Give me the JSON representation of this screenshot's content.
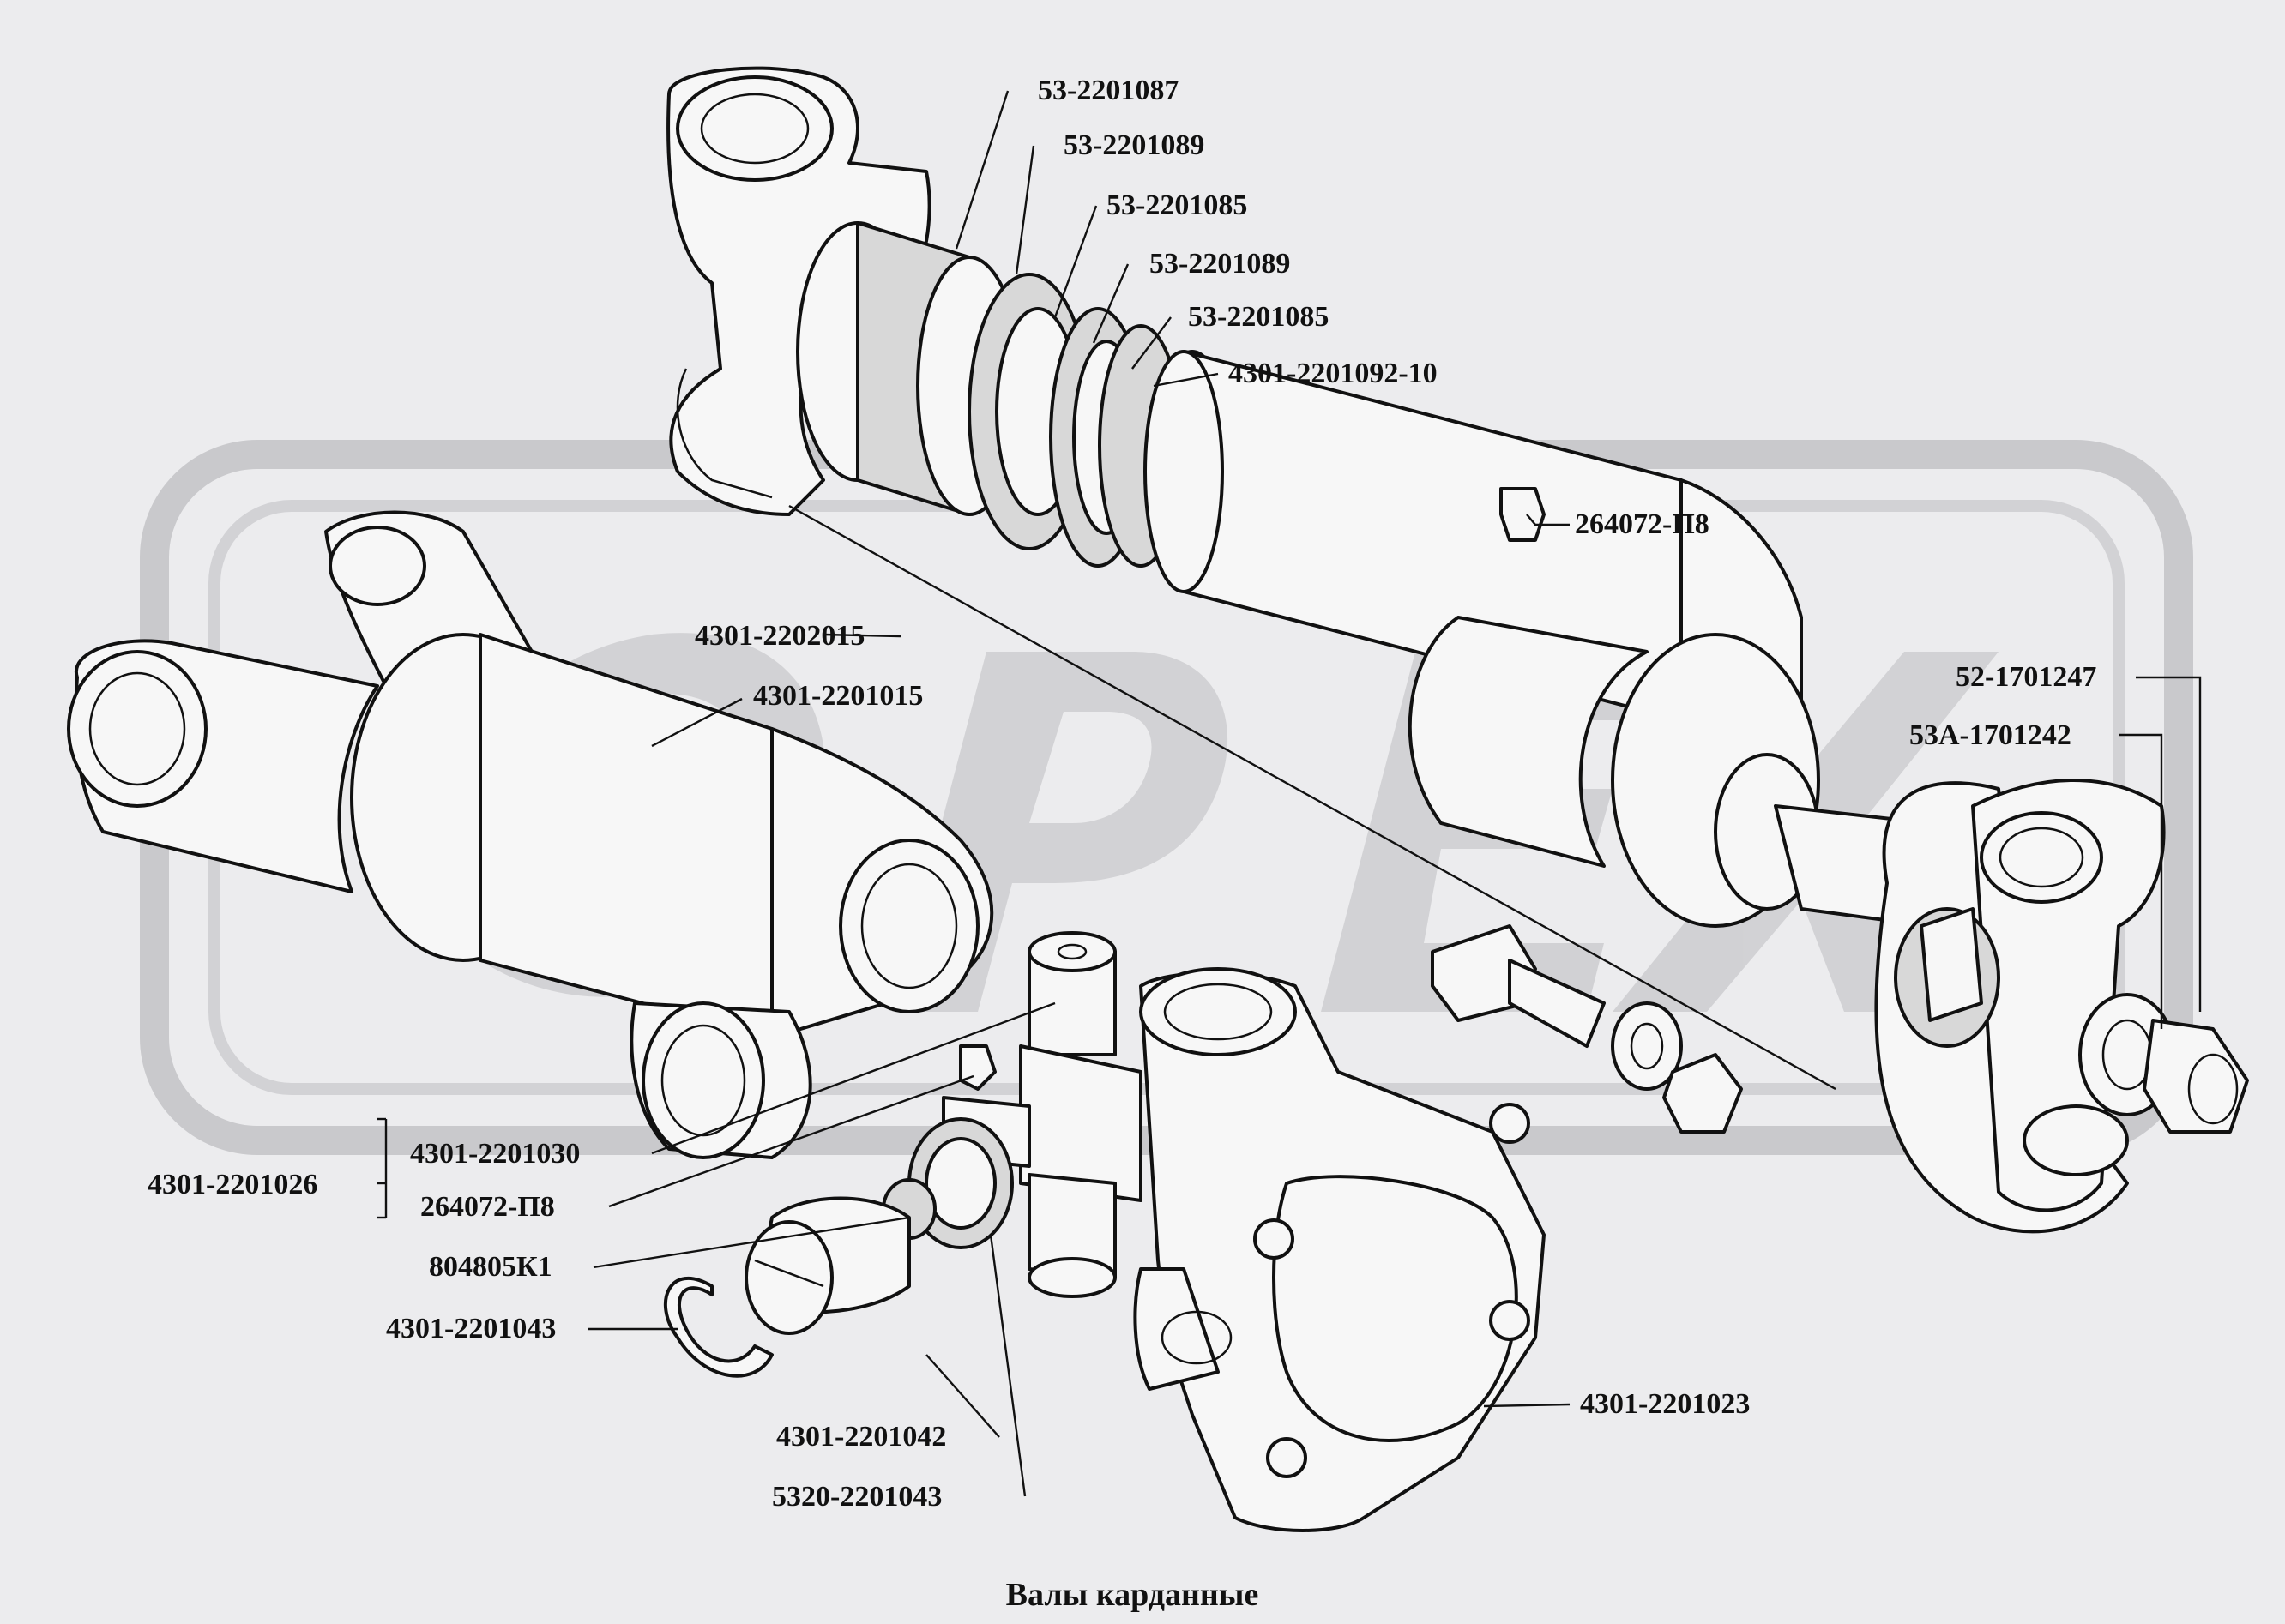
{
  "caption": "Валы карданные",
  "colors": {
    "background": "#ececee",
    "ink": "#111111",
    "watermark": "#c9c9cc"
  },
  "watermark": {
    "text": "OPEX"
  },
  "labels": {
    "p01": "53-2201087",
    "p02": "53-2201089",
    "p03": "53-2201085",
    "p04": "53-2201089",
    "p05": "53-2201085",
    "p06": "4301-2201092-10",
    "p07": "264072-П8",
    "p08": "4301-2202015",
    "p09": "4301-2201015",
    "p10": "52-1701247",
    "p11": "53А-1701242",
    "p12": "4301-2201030",
    "p13": "4301-2201026",
    "p14": "264072-П8",
    "p15": "804805К1",
    "p16": "4301-2201043",
    "p17": "4301-2201023",
    "p18": "4301-2201042",
    "p19": "5320-2201043"
  }
}
